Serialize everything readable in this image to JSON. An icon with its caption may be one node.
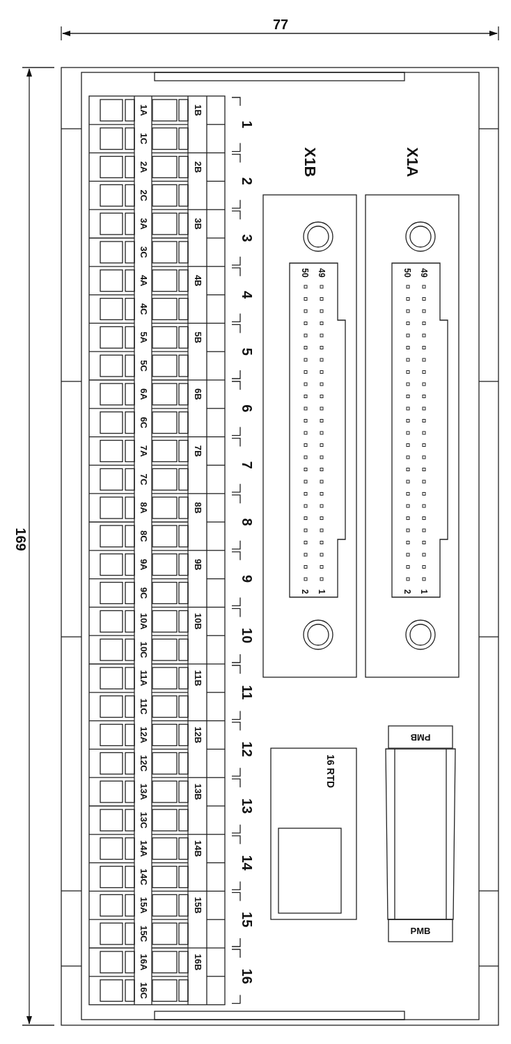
{
  "diagram": {
    "labels": [
      "77",
      "169",
      "1A",
      "1B",
      "1",
      "1C",
      "2A",
      "2B",
      "2",
      "2C",
      "3A",
      "3B",
      "3",
      "3C",
      "4A",
      "4B",
      "4",
      "4C",
      "5A",
      "5B",
      "5",
      "5C",
      "6A",
      "6B",
      "6",
      "6C",
      "7A",
      "7B",
      "7",
      "7C",
      "8A",
      "8B",
      "8",
      "8C",
      "9A",
      "9B",
      "9",
      "9C",
      "10A",
      "10B",
      "10",
      "10C",
      "11A",
      "11B",
      "11",
      "11C",
      "12A",
      "12B",
      "12",
      "12C",
      "13A",
      "13B",
      "13",
      "13C",
      "14A",
      "14B",
      "14",
      "14C",
      "15A",
      "15B",
      "15",
      "15C",
      "16A",
      "16B",
      "16",
      "16C",
      "X1B",
      "X1A",
      "50",
      "49",
      "2",
      "1",
      "50",
      "49",
      "2",
      "1",
      "16 RTD",
      "PMB",
      "PMB"
    ]
  }
}
